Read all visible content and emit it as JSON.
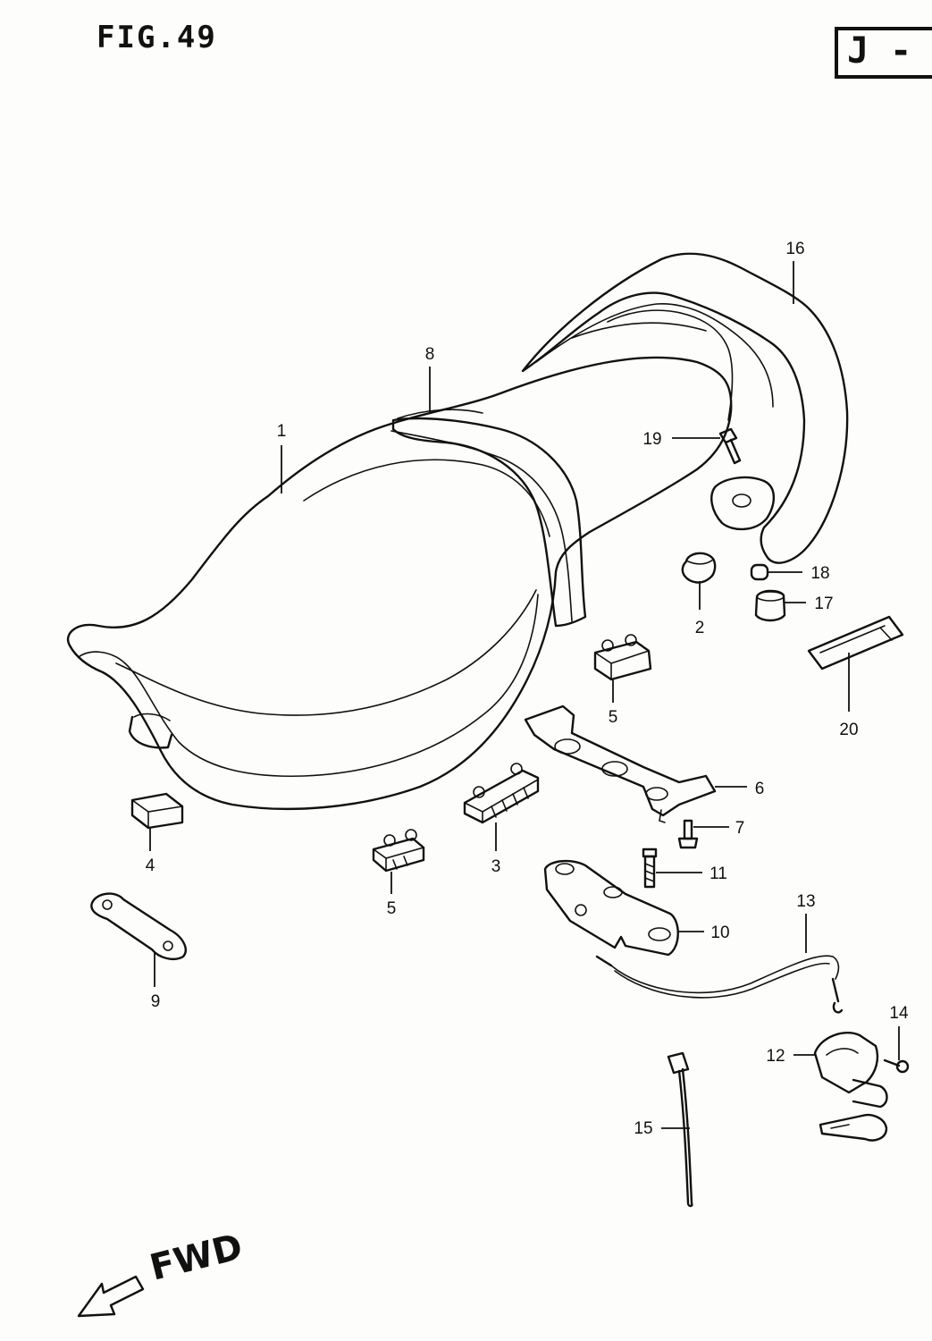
{
  "figure": {
    "title": "FIG.49",
    "model_code": "J -"
  },
  "direction_label": "FWD",
  "callouts": {
    "c1": "1",
    "c2": "2",
    "c3": "3",
    "c4": "4",
    "c5a": "5",
    "c5b": "5",
    "c6": "6",
    "c7": "7",
    "c8": "8",
    "c9": "9",
    "c10": "10",
    "c11": "11",
    "c12": "12",
    "c13": "13",
    "c14": "14",
    "c15": "15",
    "c16": "16",
    "c17": "17",
    "c18": "18",
    "c19": "19",
    "c20": "20"
  },
  "parts": [
    {
      "ref": "1",
      "icon": "seat-icon"
    },
    {
      "ref": "2",
      "icon": "cushion-icon"
    },
    {
      "ref": "3",
      "icon": "damper-icon"
    },
    {
      "ref": "4",
      "icon": "block-icon"
    },
    {
      "ref": "5",
      "icon": "damper-icon"
    },
    {
      "ref": "6",
      "icon": "bracket-icon"
    },
    {
      "ref": "7",
      "icon": "bolt-icon"
    },
    {
      "ref": "8",
      "icon": "belt-icon"
    },
    {
      "ref": "9",
      "icon": "hook-icon"
    },
    {
      "ref": "10",
      "icon": "lock-bracket-icon"
    },
    {
      "ref": "11",
      "icon": "bolt-icon"
    },
    {
      "ref": "12",
      "icon": "seat-lock-icon"
    },
    {
      "ref": "13",
      "icon": "cable-icon"
    },
    {
      "ref": "14",
      "icon": "screw-icon"
    },
    {
      "ref": "15",
      "icon": "strap-icon"
    },
    {
      "ref": "16",
      "icon": "grab-rail-icon"
    },
    {
      "ref": "17",
      "icon": "cushion-icon"
    },
    {
      "ref": "18",
      "icon": "spacer-icon"
    },
    {
      "ref": "19",
      "icon": "bolt-icon"
    },
    {
      "ref": "20",
      "icon": "plate-icon"
    }
  ]
}
